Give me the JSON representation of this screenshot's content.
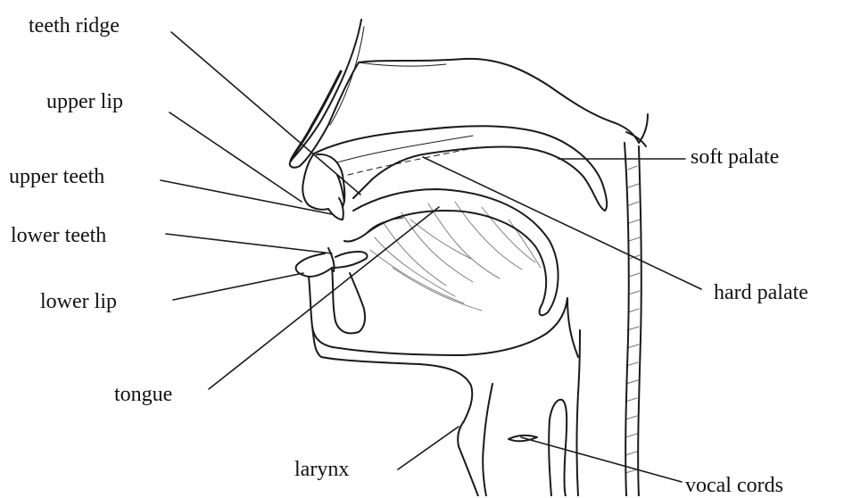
{
  "labels": {
    "teeth_ridge": "teeth ridge",
    "upper_lip": "upper lip",
    "upper_teeth": "upper teeth",
    "lower_teeth": "lower teeth",
    "lower_lip": "lower lip",
    "tongue": "tongue",
    "larynx": "larynx",
    "soft_palate": "soft palate",
    "hard_palate": "hard palate",
    "vocal_cords": "vocal cords"
  },
  "colors": {
    "ink": "#1a1a1a",
    "background": "#ffffff"
  }
}
